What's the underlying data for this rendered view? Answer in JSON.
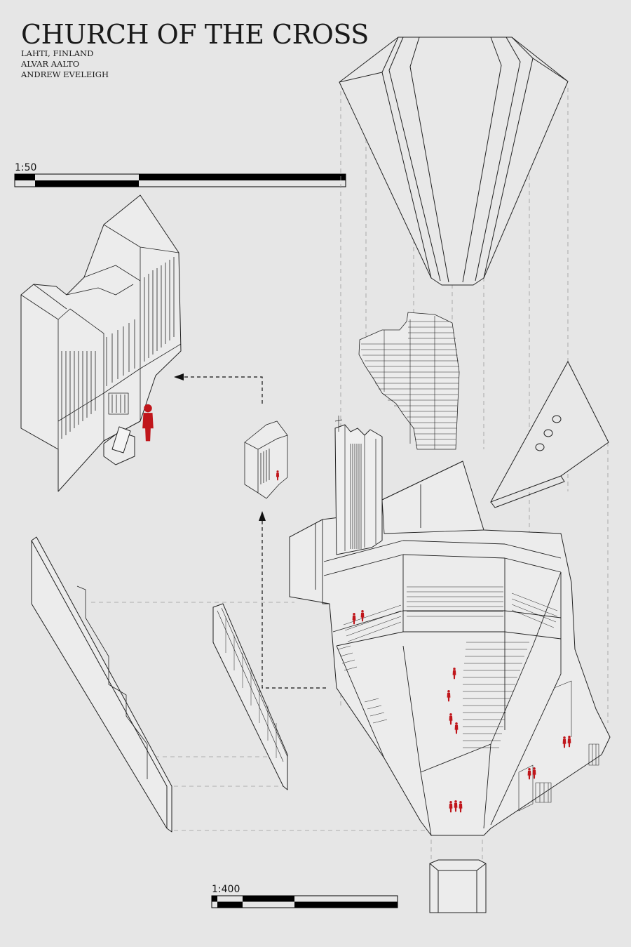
{
  "header": {
    "title": "CHURCH OF THE CROSS",
    "location": "LAHTI, FINLAND",
    "architect": "ALVAR AALTO",
    "author": "ANDREW EVELEIGH"
  },
  "scales": {
    "detail": "1:50",
    "overall": "1:400"
  },
  "colors": {
    "background": "#e6e6e6",
    "line": "#222222",
    "figure": "#c0161b",
    "bar": "#000000"
  }
}
